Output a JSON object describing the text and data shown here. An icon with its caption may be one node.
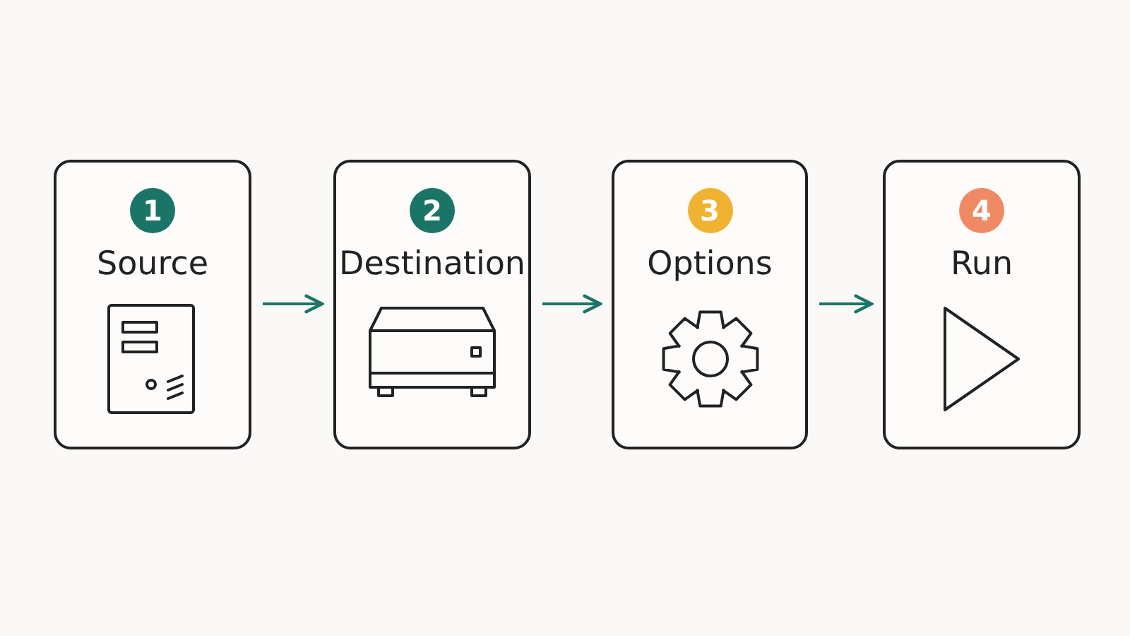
{
  "diagram": {
    "nodes": [
      {
        "text": [
          "1",
          "Source"
        ]
      },
      {
        "text": [
          "2",
          "Destination"
        ]
      },
      {
        "text": [
          "3",
          "Options"
        ]
      },
      {
        "text": [
          "4",
          "Run"
        ]
      }
    ],
    "edges": [
      {
        "from": 0,
        "to": 1,
        "arrow": "to"
      },
      {
        "from": 1,
        "to": 2,
        "arrow": "to"
      },
      {
        "from": 2,
        "to": 3,
        "arrow": "to"
      }
    ]
  }
}
